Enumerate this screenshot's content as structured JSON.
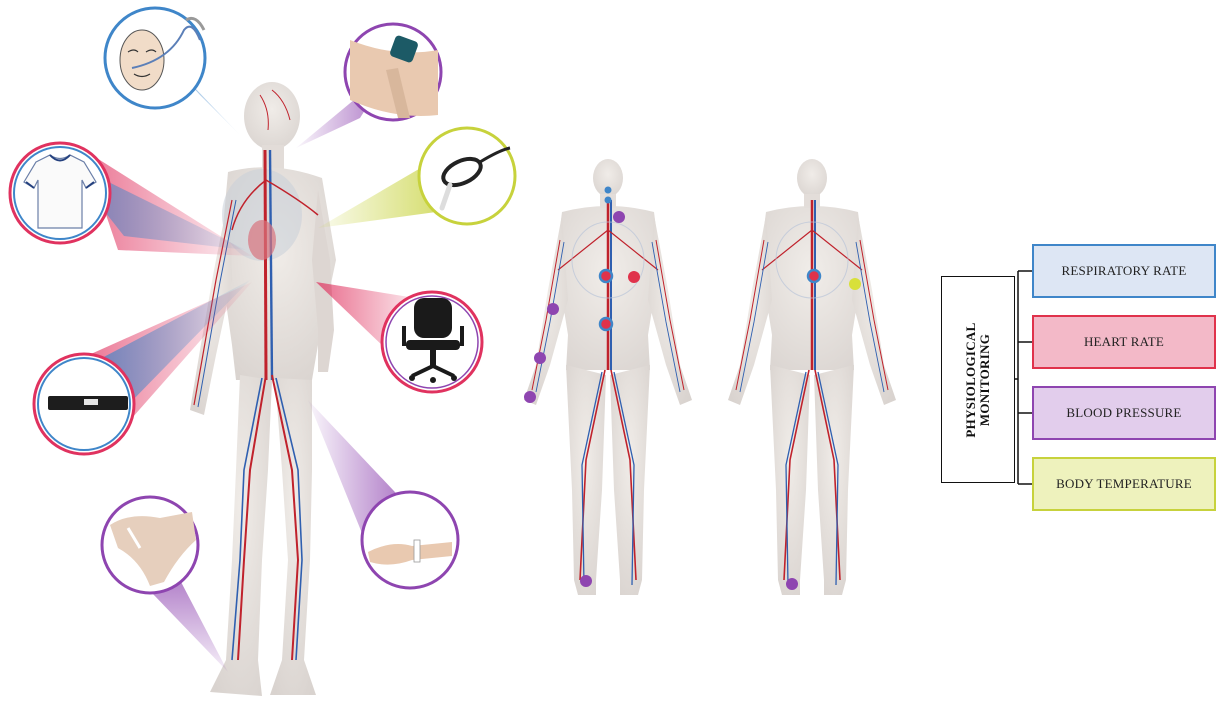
{
  "legend": {
    "root_label_line1": "PHYSIOLOGICAL",
    "root_label_line2": "MONITORING",
    "categories": [
      {
        "label": "RESPIRATORY RATE",
        "color": "#3f86c9",
        "fill": "#dde6f4"
      },
      {
        "label": "HEART RATE",
        "color": "#e0324b",
        "fill": "#f3b9c8"
      },
      {
        "label": "BLOOD PRESSURE",
        "color": "#8e45b0",
        "fill": "#e2cdec"
      },
      {
        "label": "BODY TEMPERATURE",
        "color": "#c7d23c",
        "fill": "#eef2bd"
      }
    ]
  },
  "devices": [
    {
      "icon": "nasal-cannula-headset-icon",
      "signal": "respiratory"
    },
    {
      "icon": "neck-patch-sensor-icon",
      "signal": "blood-pressure"
    },
    {
      "icon": "temperature-probe-icon",
      "signal": "body-temperature"
    },
    {
      "icon": "smart-shirt-icon",
      "signal": "respiratory-and-heart"
    },
    {
      "icon": "office-chair-sensor-icon",
      "signal": "heart"
    },
    {
      "icon": "chest-strap-sensor-icon",
      "signal": "respiratory-and-heart"
    },
    {
      "icon": "wrist-band-sensor-icon",
      "signal": "blood-pressure"
    },
    {
      "icon": "foot-sensor-icon",
      "signal": "blood-pressure"
    }
  ]
}
